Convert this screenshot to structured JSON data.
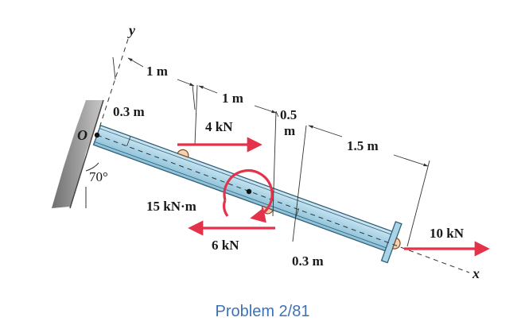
{
  "labels": {
    "y_axis": "y",
    "x_axis": "x",
    "origin": "O",
    "angle": "70°",
    "dim_1m_a": "1 m",
    "dim_1m_b": "1 m",
    "dim_0_5": "0.5",
    "dim_0_5_unit": "m",
    "dim_1_5": "1.5 m",
    "dim_0_3_left": "0.3 m",
    "dim_0_3_right": "0.3 m",
    "force_4kN": "4 kN",
    "force_6kN": "6 kN",
    "force_10kN": "10 kN",
    "moment_15": "15 kN·m"
  },
  "caption": "Problem 2/81",
  "colors": {
    "force": "#e3324a",
    "beam_fill": "#a9d3e6",
    "beam_edge": "#2f5f78",
    "wall": "#9e9e9e",
    "caption": "#3d72b6"
  }
}
